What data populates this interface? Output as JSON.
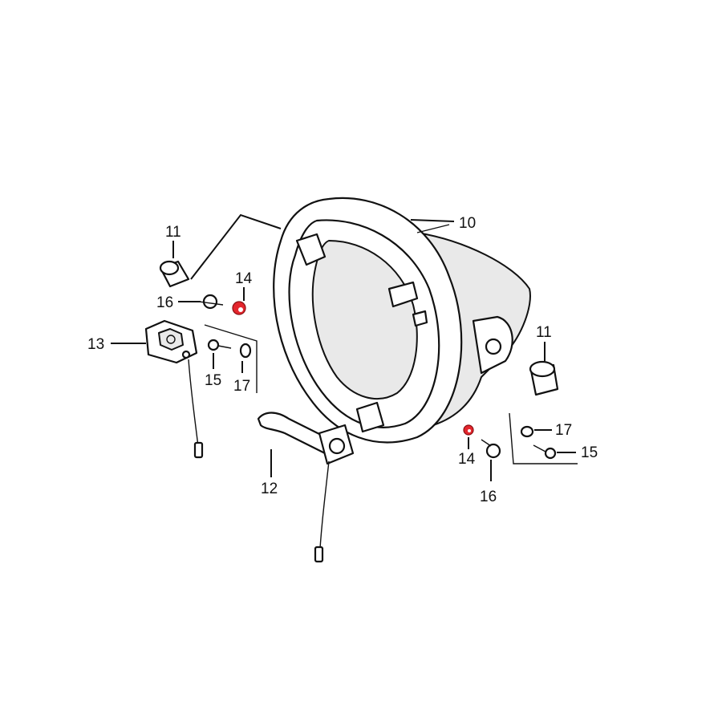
{
  "colors": {
    "highlight": "#e4262d",
    "line": "#111111",
    "background": "#ffffff"
  },
  "parts": {
    "p10": "10",
    "p11a": "11",
    "p11b": "11",
    "p12": "12",
    "p13": "13",
    "p14a": "14",
    "p14b": "14",
    "p15a": "15",
    "p15b": "15",
    "p16a": "16",
    "p16b": "16",
    "p17a": "17",
    "p17b": "17"
  },
  "highlighted_parts": [
    "14"
  ]
}
